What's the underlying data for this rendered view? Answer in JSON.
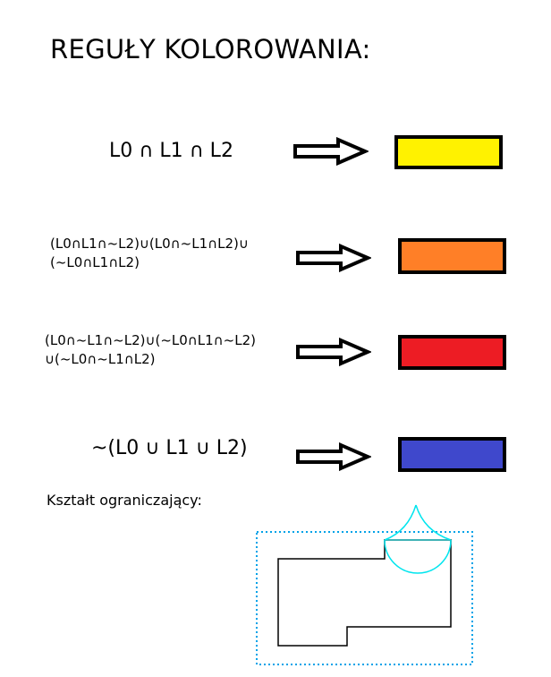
{
  "title": "REGUŁY KOLOROWANIA:",
  "rules": [
    {
      "lines": [
        "L0 ∩ L1 ∩ L2"
      ],
      "color_name": "yellow",
      "color": "#FFF200"
    },
    {
      "lines": [
        "(L0∩L1∩~L2)∪(L0∩~L1∩L2)∪",
        "(~L0∩L1∩L2)"
      ],
      "color_name": "orange",
      "color": "#FF7F27"
    },
    {
      "lines": [
        "(L0∩~L1∩~L2)∪(~L0∩L1∩~L2)",
        "∪(~L0∩~L1∩L2)"
      ],
      "color_name": "red",
      "color": "#ED1C24"
    },
    {
      "lines": [
        "~(L0 ∪ L1 ∪ L2)"
      ],
      "color_name": "blue",
      "color": "#3F48CC"
    }
  ],
  "bounding_shape": {
    "caption": "Kształt ograniczający:",
    "colors": {
      "outline": "#000000",
      "dotted_frame": "#00A2E8",
      "arc": "#00E5EE"
    }
  }
}
